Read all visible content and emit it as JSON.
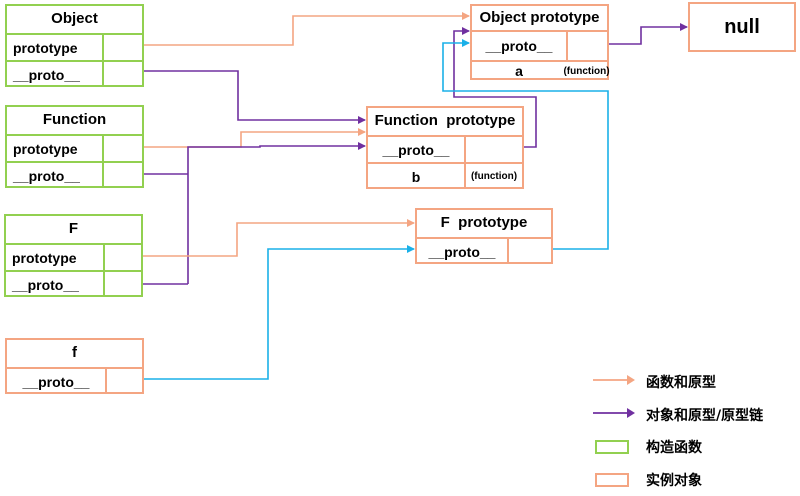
{
  "boxes": {
    "object": {
      "title": "Object",
      "prototype": "prototype",
      "proto": "__proto__"
    },
    "function": {
      "title": "Function",
      "prototype": "prototype",
      "proto": "__proto__"
    },
    "f_ctor": {
      "title": "F",
      "prototype": "prototype",
      "proto": "__proto__"
    },
    "f_inst": {
      "title": "f",
      "proto": "__proto__"
    },
    "object_prototype": {
      "title": "Object prototype",
      "proto": "__proto__",
      "prop": "a",
      "prop_value": "(function)"
    },
    "function_prototype": {
      "title": "Function  prototype",
      "proto": "__proto__",
      "prop": "b",
      "prop_value": "(function)"
    },
    "f_prototype": {
      "title": "F  prototype",
      "proto": "__proto__"
    },
    "null": {
      "title": "null"
    }
  },
  "legend": {
    "items": [
      {
        "label": "函数和原型",
        "color": "#f4a582",
        "kind": "arrow"
      },
      {
        "label": "对象和原型/原型链",
        "color": "#7030a0",
        "kind": "arrow"
      },
      {
        "label": "构造函数",
        "color": "#92d050",
        "kind": "box"
      },
      {
        "label": "实例对象",
        "color": "#f4a582",
        "kind": "box"
      }
    ]
  },
  "colors": {
    "prototype_link": "#f4a582",
    "proto_chain": "#7030a0",
    "instance_link": "#1ab0e8",
    "constructor_border": "#92d050",
    "instance_border": "#f4a582"
  }
}
